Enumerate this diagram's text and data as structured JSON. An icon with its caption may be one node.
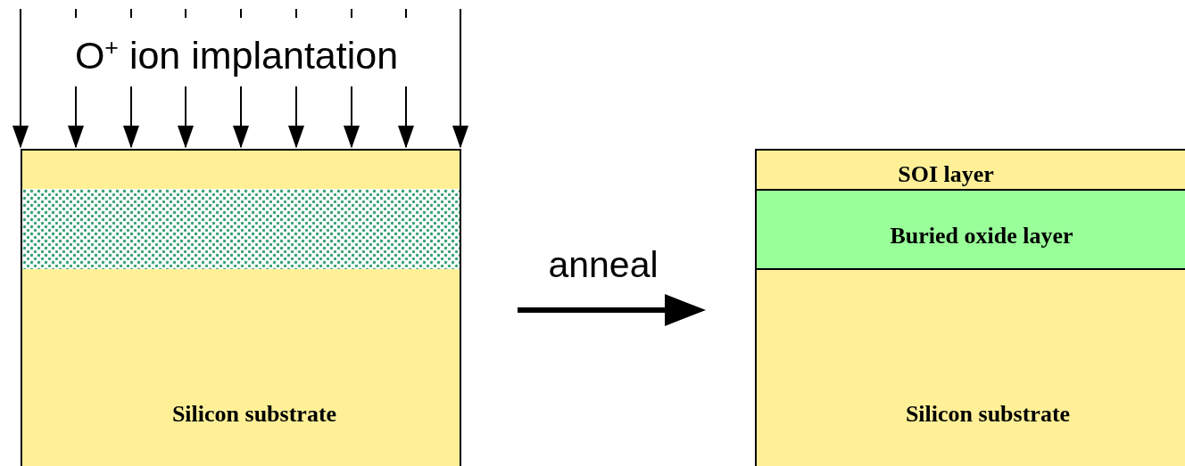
{
  "diagram": {
    "nodes": [
      {
        "text": [
          "Silicon substrate"
        ]
      },
      {
        "text": [],
        "shape": "bar",
        "in": 0
      },
      {
        "text": [],
        "shape": "box"
      },
      {
        "text": [
          "SOI layer"
        ],
        "in": 2
      },
      {
        "text": [
          "Buried oxide layer"
        ],
        "in": 2
      },
      {
        "text": [
          "Silicon substrate"
        ],
        "in": 2
      }
    ],
    "edges": [
      {
        "from": null,
        "to": 0,
        "arrow": "to"
      },
      {
        "from": null,
        "to": 0,
        "arrow": "to"
      },
      {
        "from": null,
        "to": 0,
        "arrow": "to"
      },
      {
        "from": null,
        "to": 0,
        "arrow": "to"
      },
      {
        "from": null,
        "to": 0,
        "arrow": "to"
      },
      {
        "from": null,
        "to": 0,
        "arrow": "to"
      },
      {
        "from": null,
        "to": 0,
        "arrow": "to"
      },
      {
        "from": null,
        "to": 0,
        "arrow": "to"
      },
      {
        "from": null,
        "to": 0,
        "arrow": "to"
      },
      {
        "from": 0,
        "to": 2,
        "arrow": "to",
        "label": "anneal",
        "style": "thick"
      }
    ],
    "labels": [
      "O$^{+}$ ion implantation"
    ]
  }
}
